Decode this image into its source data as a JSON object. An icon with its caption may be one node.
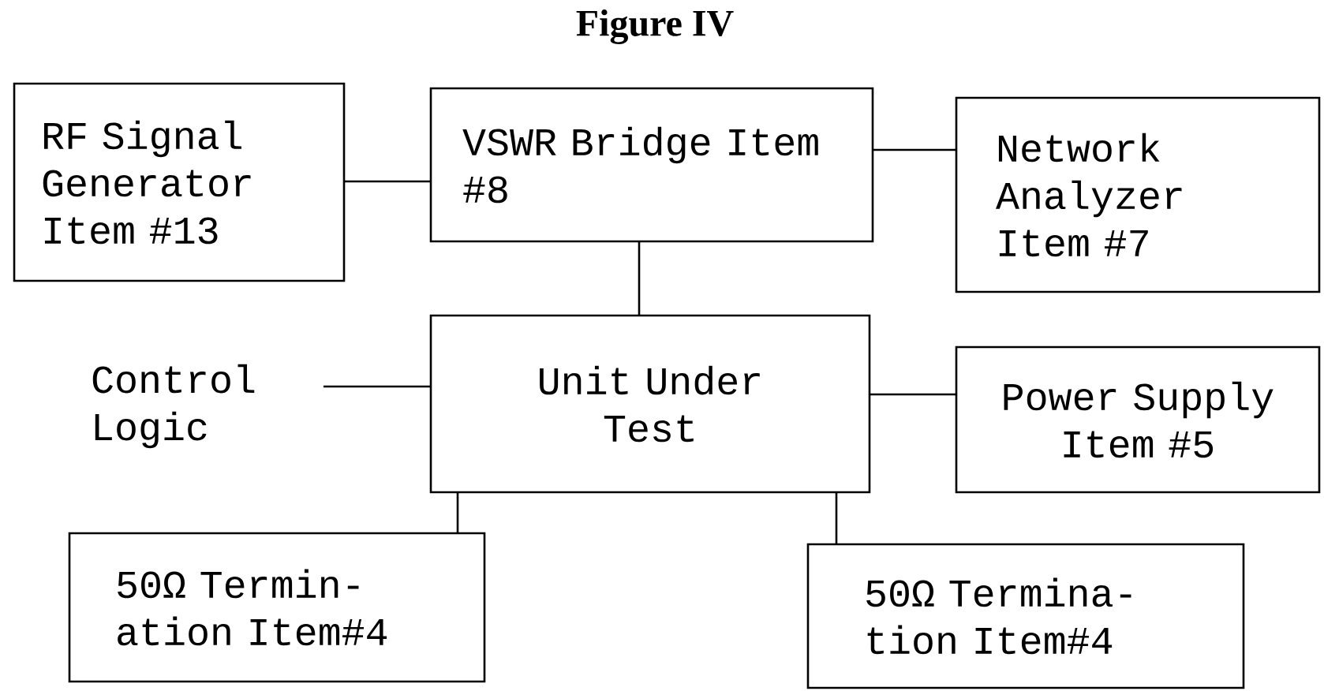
{
  "diagram": {
    "title": "Figure IV",
    "nodes": [
      {
        "text": [
          "RF Signal Generator Item #13"
        ]
      },
      {
        "text": [
          "VSWR Bridge Item #8"
        ]
      },
      {
        "text": [
          "Network Analyzer Item #7"
        ]
      },
      {
        "text": [
          "Unit Under Test"
        ]
      },
      {
        "text": [
          "Control Logic"
        ]
      },
      {
        "text": [
          "Power Supply Item #5"
        ]
      },
      {
        "text": [
          "50Ω Termin- ation Item#4"
        ]
      },
      {
        "text": [
          "50Ω Termina- tion Item#4"
        ]
      }
    ],
    "edges": [
      {
        "from": 0,
        "to": 1,
        "arrow": "none"
      },
      {
        "from": 1,
        "to": 2,
        "arrow": "none"
      },
      {
        "from": 1,
        "to": 3,
        "arrow": "none"
      },
      {
        "from": 4,
        "to": 3,
        "arrow": "none"
      },
      {
        "from": 3,
        "to": 5,
        "arrow": "none"
      },
      {
        "from": 3,
        "to": 6,
        "arrow": "none"
      },
      {
        "from": 3,
        "to": 7,
        "arrow": "none"
      }
    ]
  }
}
